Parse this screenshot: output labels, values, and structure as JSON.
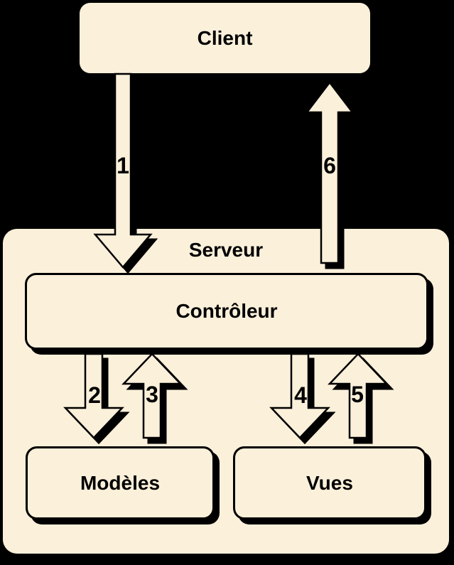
{
  "diagram": {
    "nodes": {
      "client": {
        "label": "Client"
      },
      "server": {
        "label": "Serveur"
      },
      "controller": {
        "label": "Contrôleur"
      },
      "models": {
        "label": "Modèles"
      },
      "views": {
        "label": "Vues"
      }
    },
    "arrows": [
      {
        "label": "1",
        "from": "client",
        "to": "controller",
        "direction": "down"
      },
      {
        "label": "2",
        "from": "controller",
        "to": "models",
        "direction": "down"
      },
      {
        "label": "3",
        "from": "models",
        "to": "controller",
        "direction": "up"
      },
      {
        "label": "4",
        "from": "controller",
        "to": "views",
        "direction": "down"
      },
      {
        "label": "5",
        "from": "views",
        "to": "controller",
        "direction": "up"
      },
      {
        "label": "6",
        "from": "controller",
        "to": "client",
        "direction": "up"
      }
    ],
    "colors": {
      "background": "#000000",
      "node_fill": "#FBF0DA",
      "outline": "#000000",
      "text": "#000000"
    }
  }
}
